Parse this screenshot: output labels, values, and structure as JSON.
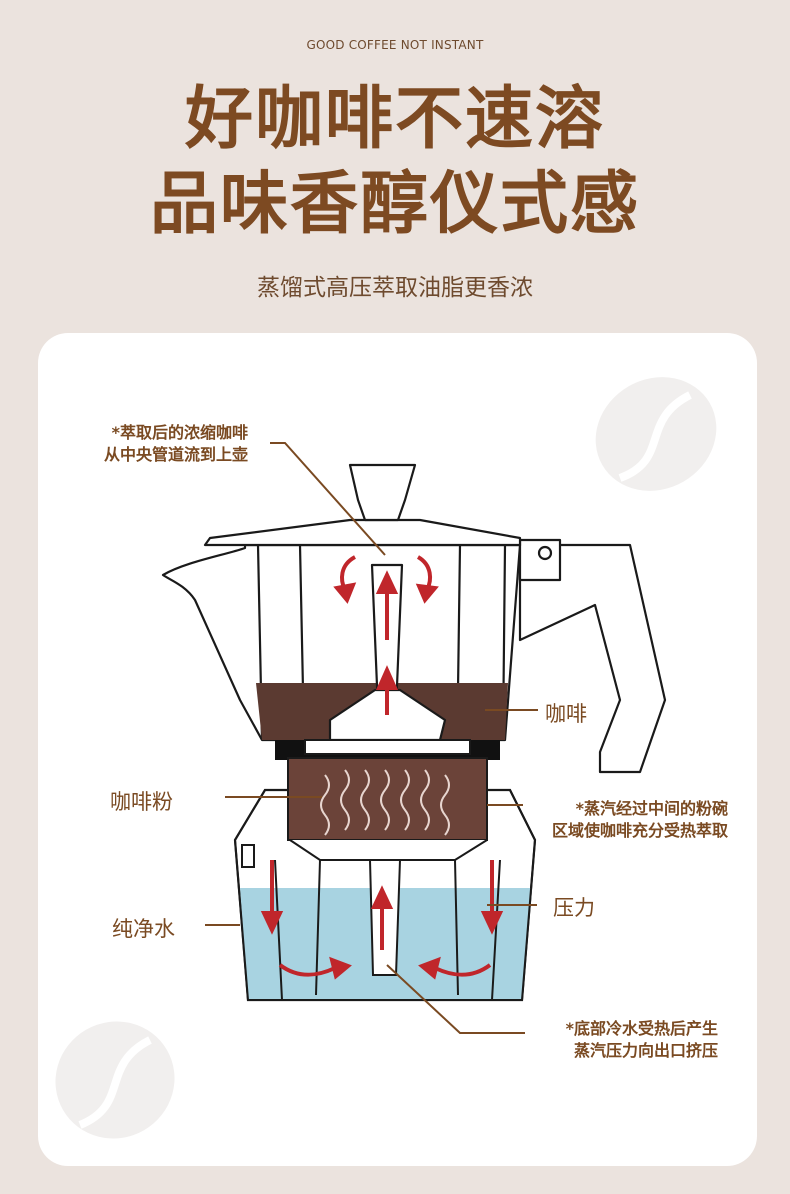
{
  "header": {
    "tagline": "GOOD  COFFEE NOT INSTANT",
    "title_line1": "好咖啡不速溶",
    "title_line2": "品味香醇仪式感",
    "subtitle": "蒸馏式高压萃取油脂更香浓"
  },
  "diagram": {
    "labels": {
      "coffee": "咖啡",
      "coffee_powder": "咖啡粉",
      "pure_water": "纯净水",
      "pressure": "压力"
    },
    "notes": {
      "top_line1": "*萃取后的浓缩咖啡",
      "top_line2": "从中央管道流到上壶",
      "middle_line1": "*蒸汽经过中间的粉碗",
      "middle_line2": "区域使咖啡充分受热萃取",
      "bottom_line1": "*底部冷水受热后产生",
      "bottom_line2": "蒸汽压力向出口挤压"
    },
    "colors": {
      "text": "#7a4a22",
      "coffee": "#5b3a31",
      "water": "#a8d3e1",
      "arrow": "#c0262b"
    }
  }
}
